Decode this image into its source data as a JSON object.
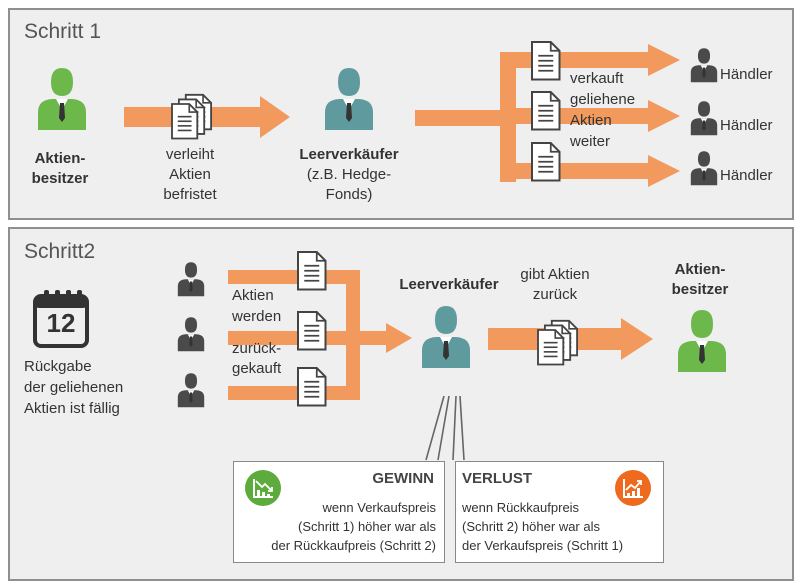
{
  "colors": {
    "arrow": "#f29a5e",
    "owner": "#6cb84a",
    "short_seller": "#5f9a9e",
    "trader": "#4a4a4a",
    "gain": "#5cab3c",
    "loss": "#ee6a1e",
    "panel_bg": "#efefef"
  },
  "step1": {
    "title": "Schritt 1",
    "owner_label": [
      "Aktien-",
      "besitzer"
    ],
    "lend_label": [
      "verleiht",
      "Aktien",
      "befristet"
    ],
    "short_seller_title": "Leerverkäufer",
    "short_seller_sub": [
      "(z.B. Hedge-",
      "Fonds)"
    ],
    "sell_label": [
      "verkauft",
      "geliehene",
      "Aktien",
      "weiter"
    ],
    "traders": [
      "Händler",
      "Händler",
      "Händler"
    ]
  },
  "step2": {
    "title": "Schritt2",
    "calendar_day": "12",
    "due_label": [
      "Rückgabe",
      "der geliehenen",
      "Aktien ist fällig"
    ],
    "buyback_label": [
      "Aktien",
      "werden",
      "zurück-",
      "gekauft"
    ],
    "short_seller_title": "Leerverkäufer",
    "return_label": [
      "gibt Aktien",
      "zurück"
    ],
    "owner_label": [
      "Aktien-",
      "besitzer"
    ]
  },
  "gain": {
    "title": "GEWINN",
    "text": [
      "wenn Verkaufspreis",
      "(Schritt 1) höher war als",
      "der Rückkaufpreis (Schritt 2)"
    ],
    "icon": "chart-down-icon"
  },
  "loss": {
    "title": "VERLUST",
    "text": [
      "wenn Rückkaufpreis",
      "(Schritt 2) höher war als",
      "der Verkaufspreis (Schritt 1)"
    ],
    "icon": "chart-up-icon"
  }
}
